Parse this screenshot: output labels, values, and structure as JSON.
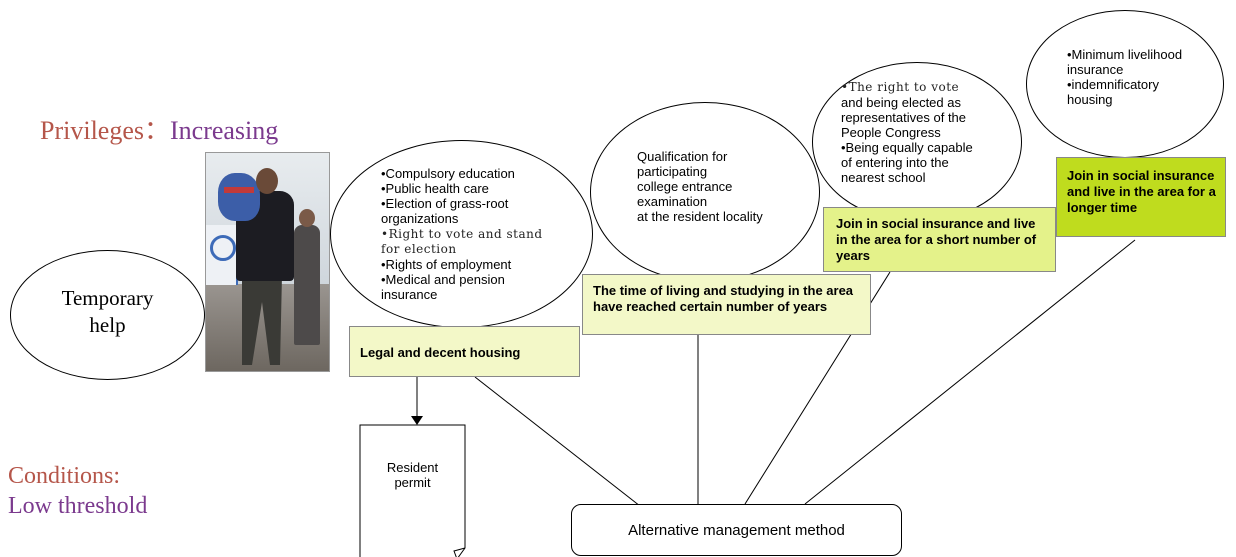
{
  "heading": {
    "privileges_label": "Privileges：",
    "privileges_value": "Increasing",
    "conditions_label": "Conditions:",
    "conditions_value": "Low threshold"
  },
  "colors": {
    "label": "#b5564a",
    "value": "#7b3a8e",
    "box_light": "#f3f8c8",
    "box_mid": "#e4f28a",
    "box_strong": "#bfdc1e"
  },
  "left_node": {
    "text": "Temporary\nhelp"
  },
  "privilege_ellipses": [
    {
      "line_1": "•Compulsory education\n•Public health care\n•Election of grass-root\norganizations",
      "line_2": "•Right to vote and stand\nfor election",
      "line_3": "•Rights of employment\n•Medical and pension\ninsurance"
    },
    {
      "text": "Qualification for\nparticipating\n college entrance\nexamination\n at the resident locality"
    },
    {
      "line_1": "•The right to vote",
      "line_2": "and being elected as\nrepresentatives of the\nPeople Congress\n•Being equally capable\nof entering into the\nnearest school"
    },
    {
      "text": "•Minimum livelihood\ninsurance\n•indemnificatory\nhousing"
    }
  ],
  "condition_boxes": [
    "Legal and decent housing",
    "The time of living and studying in the area have reached certain number of years",
    "Join in social insurance and live in the area for a short  number of years",
    "Join in social insurance and live in the area for a longer  time"
  ],
  "resident_permit": {
    "text": "Resident\npermit"
  },
  "root": {
    "text": "Alternative management method"
  }
}
